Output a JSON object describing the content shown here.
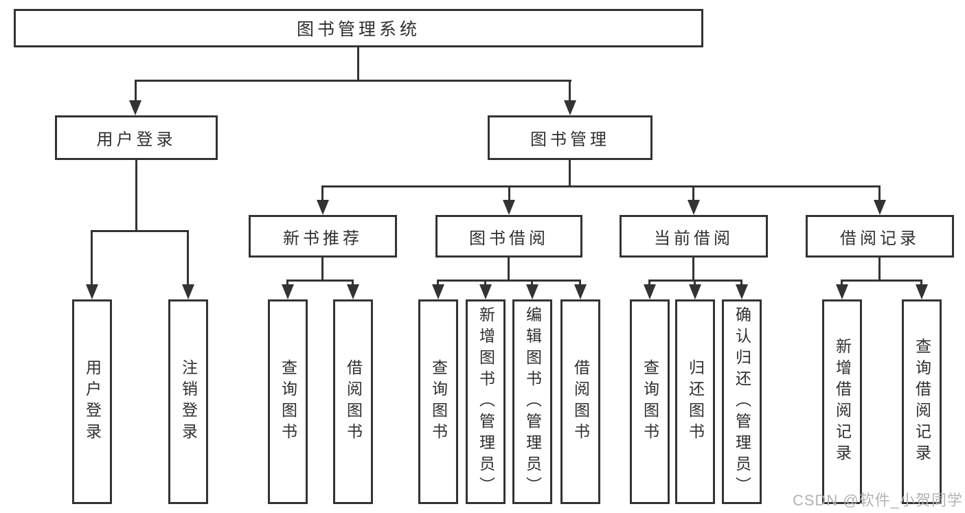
{
  "diagram": {
    "root_label": "图书管理系统",
    "branches": [
      {
        "label": "用户登录",
        "leaves": [
          "用户登录",
          "注销登录"
        ]
      },
      {
        "label": "图书管理",
        "groups": [
          {
            "label": "新书推荐",
            "leaves": [
              "查询图书",
              "借阅图书"
            ]
          },
          {
            "label": "图书借阅",
            "leaves": [
              "查询图书",
              "新增图书（管理员）",
              "编辑图书（管理员）",
              "借阅图书"
            ]
          },
          {
            "label": "当前借阅",
            "leaves": [
              "查询图书",
              "归还图书",
              "确认归还（管理员）"
            ]
          },
          {
            "label": "借阅记录",
            "leaves": [
              "新增借阅记录",
              "查询借阅记录"
            ]
          }
        ]
      }
    ]
  },
  "watermark": "CSDN @软件_小贺同学",
  "colors": {
    "line": "#333333",
    "text": "#2f2f2f",
    "watermark": "#b3b3b3",
    "background": "#ffffff"
  }
}
